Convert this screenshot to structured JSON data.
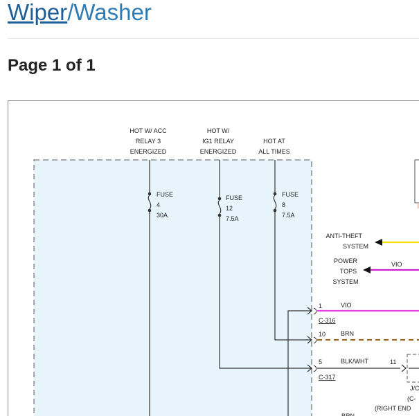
{
  "page": {
    "title_link": "Wiper",
    "title_sep": "/",
    "title_rest": "Washer",
    "heading": "Page 1 of 1"
  },
  "diagram": {
    "sources": [
      {
        "line1": "HOT W/ ACC",
        "line2": "RELAY 3",
        "line3": "ENERGIZED"
      },
      {
        "line1": "HOT W/",
        "line2": "IG1 RELAY",
        "line3": "ENERGIZED"
      },
      {
        "line1": "HOT AT",
        "line2": "ALL TIMES"
      }
    ],
    "fuses": [
      {
        "label": "FUSE",
        "number": "4",
        "rating": "30A"
      },
      {
        "label": "FUSE",
        "number": "12",
        "rating": "7.5A"
      },
      {
        "label": "FUSE",
        "number": "8",
        "rating": "7.5A"
      }
    ],
    "systems": {
      "anti_theft_1": "ANTI-THEFT",
      "anti_theft_2": "SYSTEM",
      "power_tops_1": "POWER",
      "power_tops_2": "TOPS",
      "power_tops_3": "SYSTEM",
      "power_tops_wire": "VIO"
    },
    "pins": [
      {
        "pin": "1",
        "color": "VIO"
      },
      {
        "pin": "10",
        "color": "BRN"
      },
      {
        "pin": "5",
        "color": "BLK/WHT"
      },
      {
        "pin": "",
        "color": "BRN"
      }
    ],
    "connectors": {
      "c316": "C-316",
      "c317": "C-317",
      "pin11": "11",
      "jc": "J/C",
      "jc_conn": "(C-",
      "right_end": "(RIGHT END"
    },
    "colors": {
      "box_fill": "#e8f4fb",
      "vio": "#e83ce8",
      "yellow": "#f5e000",
      "brn": "#9a6b1e",
      "magenta_arrow": "#cc22cc",
      "orange_text": "#e06010"
    }
  }
}
